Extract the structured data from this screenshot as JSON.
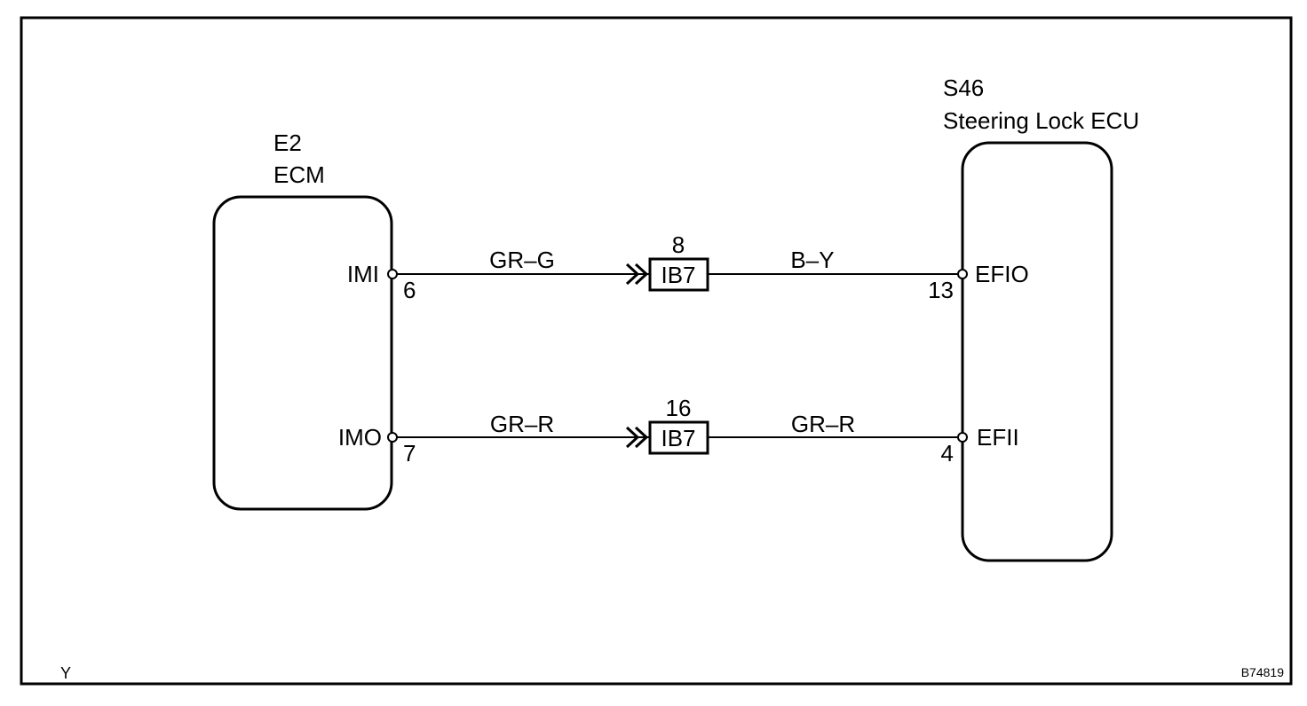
{
  "ecm": {
    "ref": "E2",
    "name": "ECM"
  },
  "steering_ecu": {
    "ref": "S46",
    "name": "Steering Lock ECU"
  },
  "wires": [
    {
      "ecm_pin_name": "IMI",
      "ecm_pin_no": "6",
      "color_left": "GR–G",
      "connector_pin": "8",
      "connector": "IB7",
      "color_right": "B–Y",
      "ecu_pin_no": "13",
      "ecu_pin_name": "EFIO"
    },
    {
      "ecm_pin_name": "IMO",
      "ecm_pin_no": "7",
      "color_left": "GR–R",
      "connector_pin": "16",
      "connector": "IB7",
      "color_right": "GR–R",
      "ecu_pin_no": "4",
      "ecu_pin_name": "EFII"
    }
  ],
  "footer": {
    "left_mark": "Y",
    "figure_id": "B74819"
  },
  "colors": {
    "line": "#000000",
    "background": "#ffffff"
  }
}
